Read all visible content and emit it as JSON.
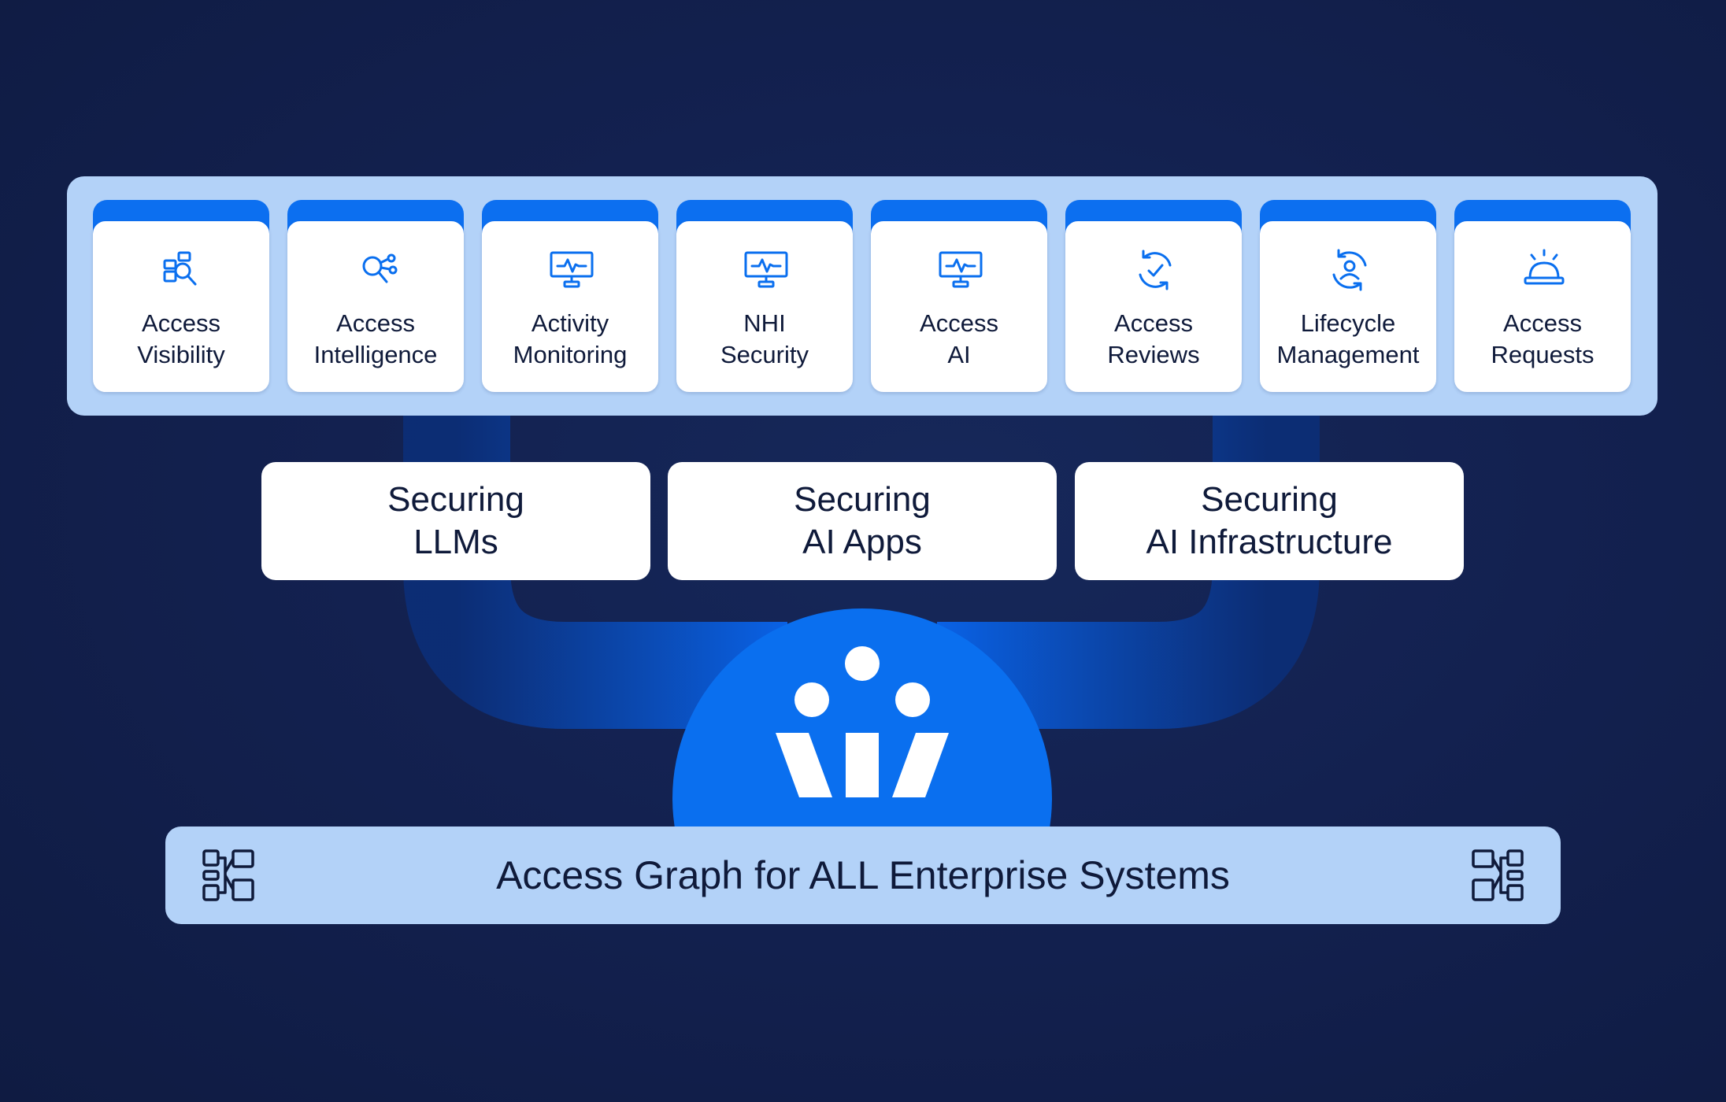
{
  "capabilities": [
    {
      "line1": "Access",
      "line2": "Visibility",
      "icon": "search-documents-icon"
    },
    {
      "line1": "Access",
      "line2": "Intelligence",
      "icon": "search-network-icon"
    },
    {
      "line1": "Activity",
      "line2": "Monitoring",
      "icon": "monitor-pulse-icon"
    },
    {
      "line1": "NHI",
      "line2": "Security",
      "icon": "monitor-pulse-icon"
    },
    {
      "line1": "Access",
      "line2": "AI",
      "icon": "monitor-pulse-icon"
    },
    {
      "line1": "Access",
      "line2": "Reviews",
      "icon": "refresh-check-icon"
    },
    {
      "line1": "Lifecycle",
      "line2": "Management",
      "icon": "user-cycle-icon"
    },
    {
      "line1": "Access",
      "line2": "Requests",
      "icon": "service-bell-icon"
    }
  ],
  "pillars": [
    {
      "line1": "Securing",
      "line2": "LLMs"
    },
    {
      "line1": "Securing",
      "line2": "AI Apps"
    },
    {
      "line1": "Securing",
      "line2": "AI Infrastructure"
    }
  ],
  "foundation": {
    "title": "Access Graph for ALL Enterprise Systems",
    "left_icon": "graph-nodes-icon",
    "right_icon": "graph-nodes-icon"
  },
  "hub": {
    "icon": "brand-logo-icon"
  },
  "colors": {
    "background": "#132150",
    "panel": "#b3d2f8",
    "accent_blue": "#0a6fef",
    "text_dark": "#0f1a3a",
    "card": "#ffffff"
  }
}
